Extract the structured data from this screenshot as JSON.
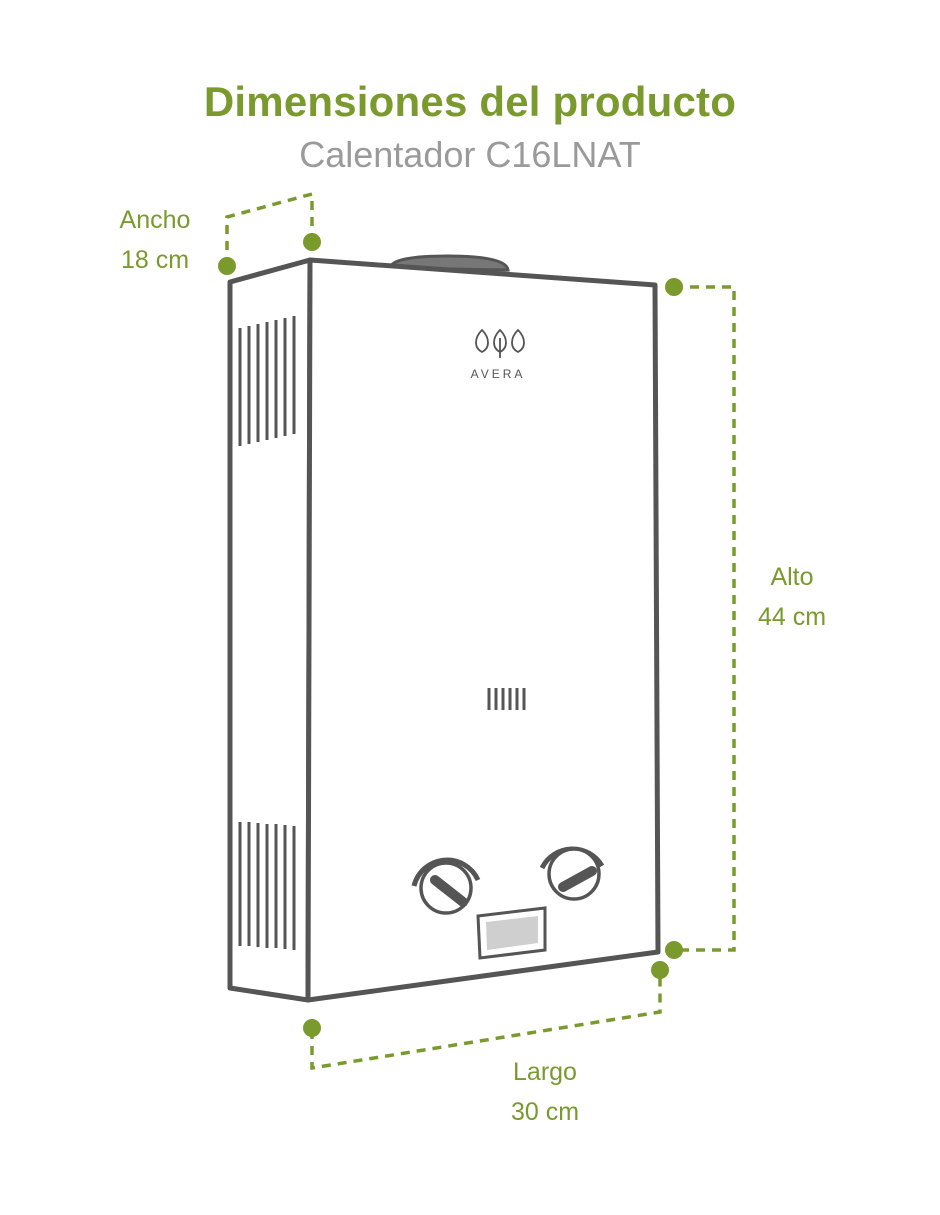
{
  "header": {
    "title": "Dimensiones del producto",
    "subtitle": "Calentador C16LNAT"
  },
  "dimensions": {
    "ancho": {
      "label": "Ancho",
      "value": "18 cm"
    },
    "alto": {
      "label": "Alto",
      "value": "44 cm"
    },
    "largo": {
      "label": "Largo",
      "value": "30 cm"
    }
  },
  "product": {
    "brand": "AVERA",
    "icon": "leaf-logo-icon"
  },
  "colors": {
    "accent": "#7a9a2e",
    "subtitle": "#9a9a9a",
    "outline": "#555555",
    "display": "#cfcfcf"
  }
}
